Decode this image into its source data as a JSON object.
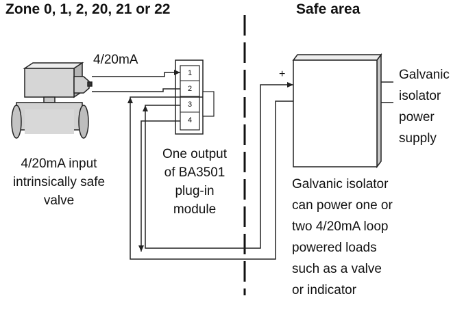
{
  "zone_heading": "Zone 0, 1, 2, 20, 21 or 22",
  "safe_heading": "Safe area",
  "signal_label": "4/20mA",
  "terminals": [
    "1",
    "2",
    "3",
    "4"
  ],
  "plus_sign": "+",
  "valve_caption": [
    "4/20mA input",
    "intrinsically safe",
    "valve"
  ],
  "module_caption": [
    "One output",
    "of BA3501",
    "plug-in",
    "module"
  ],
  "supply_caption": [
    "Galvanic",
    "isolator",
    "power",
    "supply"
  ],
  "isolator_caption": [
    "Galvanic isolator",
    "can power one or",
    "two 4/20mA loop",
    "powered loads",
    "such as a valve",
    "or indicator"
  ]
}
